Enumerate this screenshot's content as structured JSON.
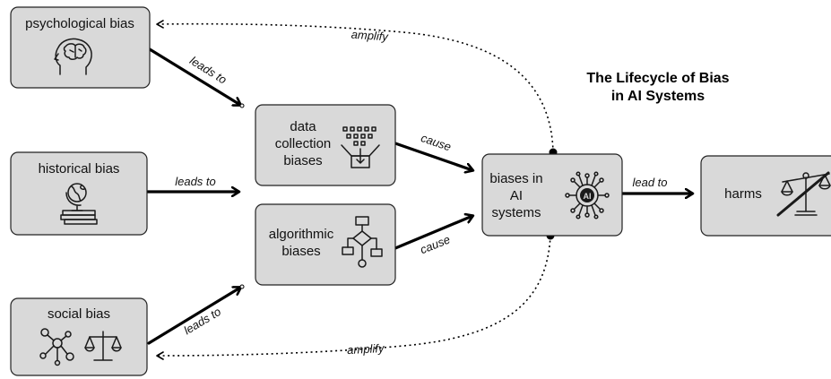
{
  "title": {
    "line1": "The Lifecycle of Bias",
    "line2": "in AI Systems"
  },
  "nodes": {
    "psychological": {
      "label": "psychological bias",
      "icon": "brain-head-icon"
    },
    "historical": {
      "label": "historical bias",
      "icon": "globe-books-icon"
    },
    "social": {
      "label": "social bias",
      "icon": "network-scales-icon"
    },
    "data_collection": {
      "line1": "data",
      "line2": "collection",
      "line3": "biases",
      "icon": "data-funnel-icon"
    },
    "algorithmic": {
      "line1": "algorithmic",
      "line2": "biases",
      "icon": "flowchart-icon"
    },
    "ai_systems": {
      "line1": "biases in",
      "line2": "AI",
      "line3": "systems",
      "icon": "ai-chip-icon"
    },
    "harms": {
      "label": "harms",
      "icon": "unbalanced-scales-icon"
    }
  },
  "edges": {
    "psych_to_data": "leads to",
    "hist_to_data": "leads to",
    "social_to_algo": "leads to",
    "data_to_ai": "cause",
    "algo_to_ai": "cause",
    "ai_to_harms": "lead to",
    "ai_amplify_psych": "amplify",
    "ai_amplify_social": "amplify"
  }
}
